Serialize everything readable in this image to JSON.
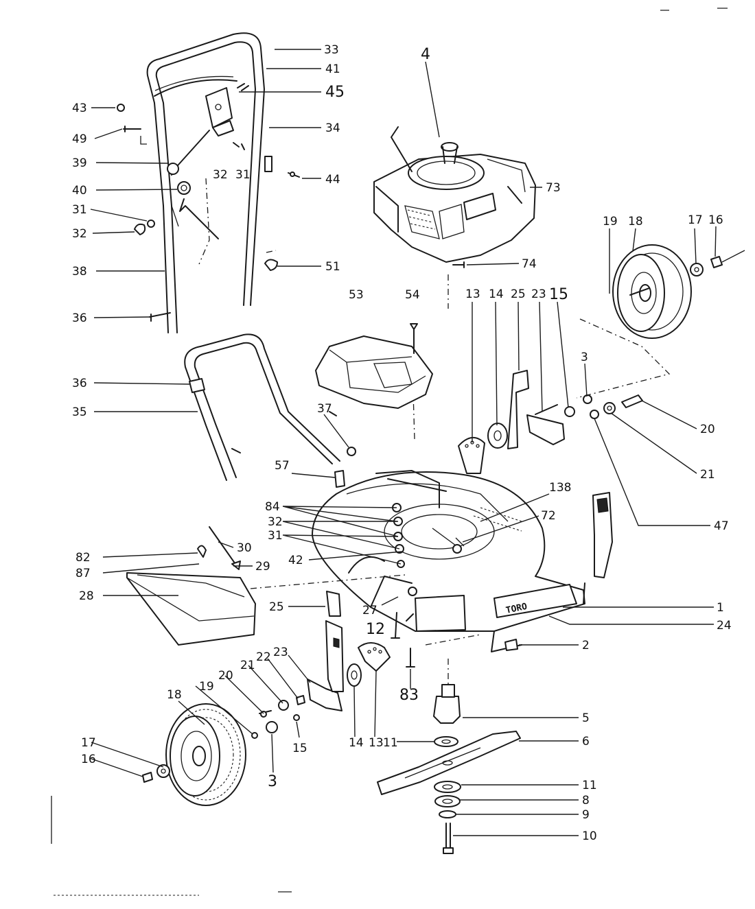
{
  "labels": {
    "33": "33",
    "41": "41",
    "45": "45",
    "43": "43",
    "34": "34",
    "49": "49",
    "39": "39",
    "32a": "32",
    "31a": "31",
    "44": "44",
    "40": "40",
    "31b": "31",
    "32b": "32",
    "38a": "38",
    "51": "51",
    "36a": "36",
    "36b": "36",
    "35": "35",
    "4": "4",
    "73": "73",
    "74": "74",
    "53": "53",
    "54": "54",
    "19a": "19",
    "18a": "18",
    "17a": "17",
    "16a": "16",
    "13a": "13",
    "14a": "14",
    "25a": "25",
    "23a": "23",
    "15a": "15",
    "3a": "3",
    "20a": "20",
    "21a": "21",
    "47": "47",
    "37": "37",
    "138": "138",
    "57": "57",
    "84": "84",
    "32c": "32",
    "31c": "31",
    "72": "72",
    "30": "30",
    "82": "82",
    "29": "29",
    "87": "87",
    "42": "42",
    "28": "28",
    "25b": "25",
    "27": "27",
    "1": "1",
    "24": "24",
    "12": "12",
    "2": "2",
    "23b": "23",
    "22": "22",
    "21b": "21",
    "20b": "20",
    "19b": "19",
    "18b": "18",
    "83": "83",
    "5a": "5",
    "6": "6",
    "17b": "17",
    "16b": "16",
    "14b": "14",
    "13b": "13",
    "11a": "11",
    "15b": "15",
    "3b": "3",
    "11b": "11",
    "8": "8",
    "9": "9",
    "10": "10"
  },
  "brand_text": "TORO"
}
